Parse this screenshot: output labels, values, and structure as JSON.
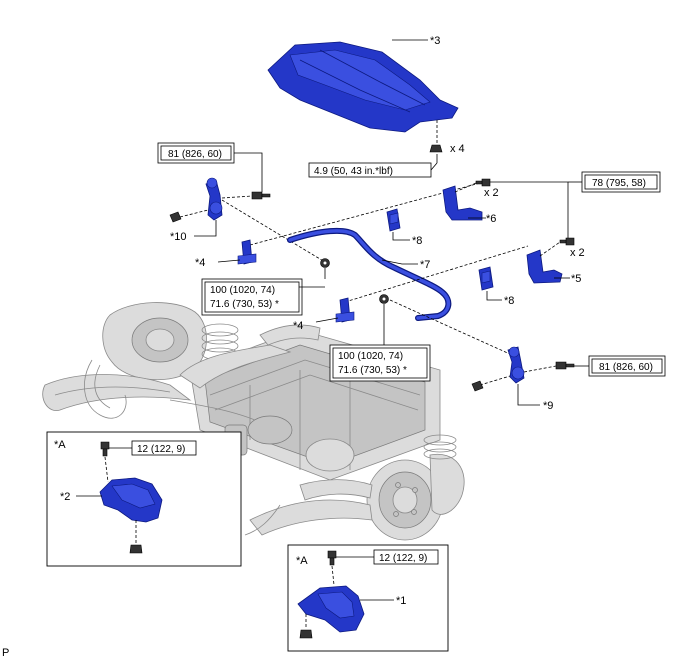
{
  "labels": {
    "p3": "*3",
    "p10": "*10",
    "p4a": "*4",
    "p4b": "*4",
    "p6": "*6",
    "p8a": "*8",
    "p7": "*7",
    "p5": "*5",
    "p8b": "*8",
    "p9": "*9",
    "p2": "*2",
    "p1": "*1",
    "inset_a1": "*A",
    "inset_a2": "*A",
    "footer": "P"
  },
  "quantities": {
    "x4": "x 4",
    "x2a": "x 2",
    "x2b": "x 2"
  },
  "torques": {
    "t_cover": "4.9 (50, 43 in.*lbf)",
    "t_link_left": "81 (826, 60)",
    "t_link_right": "81 (826, 60)",
    "t_bracket_right": "78 (795, 58)",
    "t_bar_left_1": "100 (1020, 74)",
    "t_bar_left_2": "71.6 (730, 53) *",
    "t_bar_center_1": "100 (1020, 74)",
    "t_bar_center_2": "71.6 (730, 53) *",
    "t_inset_left": "12 (122, 9)",
    "t_inset_right": "12 (122, 9)"
  },
  "colors": {
    "part_blue": "#2437c8",
    "frame_gray": "#dcdcdc"
  }
}
